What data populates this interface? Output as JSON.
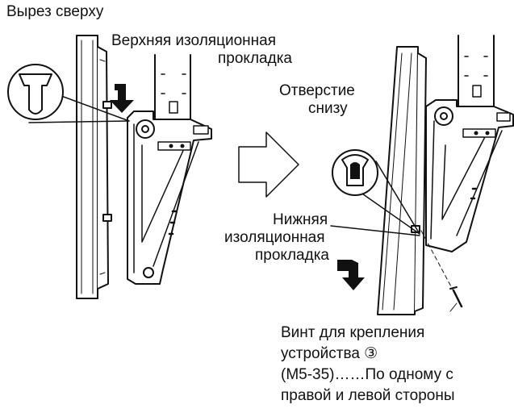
{
  "labels": {
    "top_cutout": "Вырез сверху",
    "upper_pad_line1": "Верхняя изоляционная",
    "upper_pad_line2": "прокладка",
    "bottom_hole_line1": "Отверстие",
    "bottom_hole_line2": "снизу",
    "lower_pad_line1": "Нижняя",
    "lower_pad_line2": "изоляционная",
    "lower_pad_line3": "прокладка",
    "screw_line1": "Винт для крепления",
    "screw_line2_text": "устройства",
    "screw_circled_number": "③",
    "screw_line3": "(M5-35)……По одному с",
    "screw_line4": "правой и левой стороны"
  }
}
